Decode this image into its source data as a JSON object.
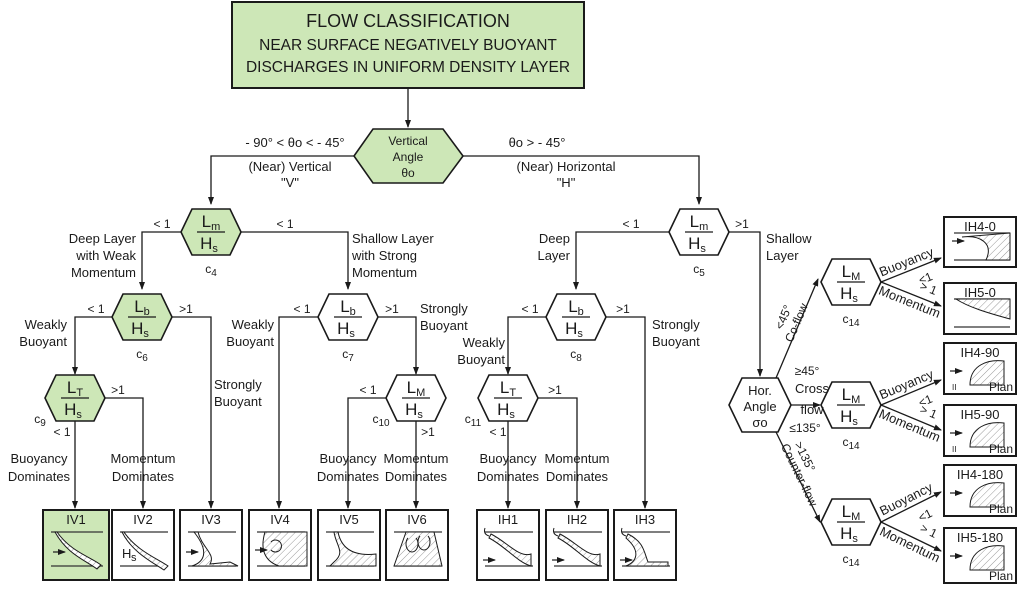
{
  "colors": {
    "highlight_fill": "#cde7b7",
    "plain_fill": "#ffffff",
    "line": "#1a1a1a"
  },
  "title": {
    "line1": "FLOW CLASSIFICATION",
    "line2": "NEAR SURFACE NEGATIVELY BUOYANT",
    "line3": "DISCHARGES IN UNIFORM DENSITY LAYER"
  },
  "root": {
    "label_lines": [
      "Vertical",
      "Angle",
      "θo"
    ],
    "left_condition": "- 90° < θo < - 45°",
    "left_name": "(Near) Vertical",
    "left_code": "\"V\"",
    "right_condition": "θo > - 45°",
    "right_name": "(Near) Horizontal",
    "right_code": "\"H\""
  },
  "nodes": {
    "c4": {
      "num": "Lm",
      "den": "Hs",
      "id": "C4",
      "left_cond": "< 1",
      "right_cond": "< 1",
      "highlighted": true
    },
    "c5": {
      "num": "Lm",
      "den": "Hs",
      "id": "C5",
      "left_cond": "< 1",
      "right_cond": ">1",
      "highlighted": false
    },
    "c6": {
      "num": "Lb",
      "den": "Hs",
      "id": "C6",
      "left_cond": "< 1",
      "right_cond": ">1",
      "highlighted": true
    },
    "c7": {
      "num": "Lb",
      "den": "Hs",
      "id": "C7",
      "left_cond": "< 1",
      "right_cond": ">1",
      "highlighted": false
    },
    "c8": {
      "num": "Lb",
      "den": "Hs",
      "id": "C8",
      "left_cond": "< 1",
      "right_cond": ">1",
      "highlighted": false
    },
    "c9": {
      "num": "LT",
      "den": "Hs",
      "id": "C9",
      "left_cond": "< 1",
      "right_cond": ">1",
      "highlighted": true
    },
    "c10": {
      "num": "LM",
      "den": "Hs",
      "id": "C10",
      "left_cond": "< 1",
      "right_cond": ">1",
      "highlighted": false
    },
    "c11": {
      "num": "LT",
      "den": "Hs",
      "id": "C11",
      "left_cond": "< 1",
      "right_cond": ">1",
      "highlighted": false
    },
    "c14a": {
      "num": "LM",
      "den": "Hs",
      "id": "C14"
    },
    "c14b": {
      "num": "LM",
      "den": "Hs",
      "id": "C14"
    },
    "c14c": {
      "num": "LM",
      "den": "Hs",
      "id": "C14"
    },
    "hor": {
      "label_lines": [
        "Hor.",
        "Angle",
        "σo"
      ]
    }
  },
  "branch_labels": {
    "deep_weak": [
      "Deep Layer",
      "with Weak",
      "Momentum"
    ],
    "shallow_strong": [
      "Shallow Layer",
      "with Strong",
      "Momentum"
    ],
    "deep_layer": [
      "Deep",
      "Layer"
    ],
    "shallow_layer": [
      "Shallow",
      "Layer"
    ],
    "weakly_buoyant": [
      "Weakly",
      "Buoyant"
    ],
    "strongly_buoyant": [
      "Strongly",
      "Buoyant"
    ],
    "buoyancy_dominates": [
      "Buoyancy",
      "Dominates"
    ],
    "momentum_dominates": [
      "Momentum",
      "Dominates"
    ],
    "coflow_angle": "<45°",
    "coflow_name": "Co-flow",
    "crossflow_top": "≥45°",
    "crossflow_name": [
      "Cross",
      "flow"
    ],
    "crossflow_bottom": "≤135°",
    "counterflow_angle": ">135°",
    "counterflow_name": "Counter-flow",
    "buoyancy": "Buoyancy",
    "momentum": "Momentum",
    "lt1": "<1",
    "gt1": "> 1"
  },
  "outcomes": [
    {
      "code": "IV1",
      "highlighted": true
    },
    {
      "code": "IV2",
      "highlighted": false,
      "annotation": "Hs"
    },
    {
      "code": "IV3",
      "highlighted": false
    },
    {
      "code": "IV4",
      "highlighted": false
    },
    {
      "code": "IV5",
      "highlighted": false
    },
    {
      "code": "IV6",
      "highlighted": false
    },
    {
      "code": "IH1",
      "highlighted": false
    },
    {
      "code": "IH2",
      "highlighted": false
    },
    {
      "code": "IH3",
      "highlighted": false
    },
    {
      "code": "IH4-0",
      "highlighted": false
    },
    {
      "code": "IH5-0",
      "highlighted": false
    },
    {
      "code": "IH4-90",
      "highlighted": false,
      "view": "Plan"
    },
    {
      "code": "IH5-90",
      "highlighted": false,
      "view": "Plan"
    },
    {
      "code": "IH4-180",
      "highlighted": false,
      "view": "Plan"
    },
    {
      "code": "IH5-180",
      "highlighted": false,
      "view": "Plan"
    }
  ]
}
